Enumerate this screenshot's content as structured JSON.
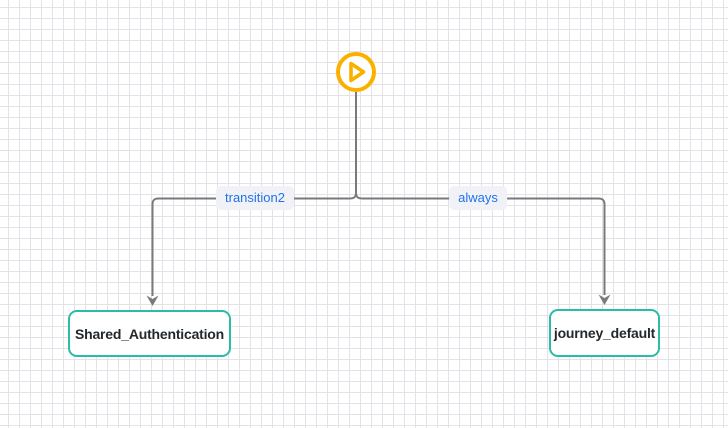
{
  "app": {
    "view": "journey-flow-canvas"
  },
  "theme": {
    "colors": {
      "grid_line": "#e3e3e7",
      "connector": "#7a7a7a",
      "start_accent": "#fbb000",
      "node_border": "#2abca8",
      "node_text": "#23282d",
      "edge_label_bg": "#f0f2f8",
      "edge_label_text": "#2173e8"
    }
  },
  "diagram": {
    "start_node": {
      "icon": "play-icon",
      "type": "start"
    },
    "nodes": [
      {
        "id": "shared-authentication",
        "label": "Shared_Authentication"
      },
      {
        "id": "journey-default",
        "label": "journey_default"
      }
    ],
    "edges": [
      {
        "from": "start",
        "to": "shared-authentication",
        "label": "transition2"
      },
      {
        "from": "start",
        "to": "journey-default",
        "label": "always"
      }
    ]
  }
}
